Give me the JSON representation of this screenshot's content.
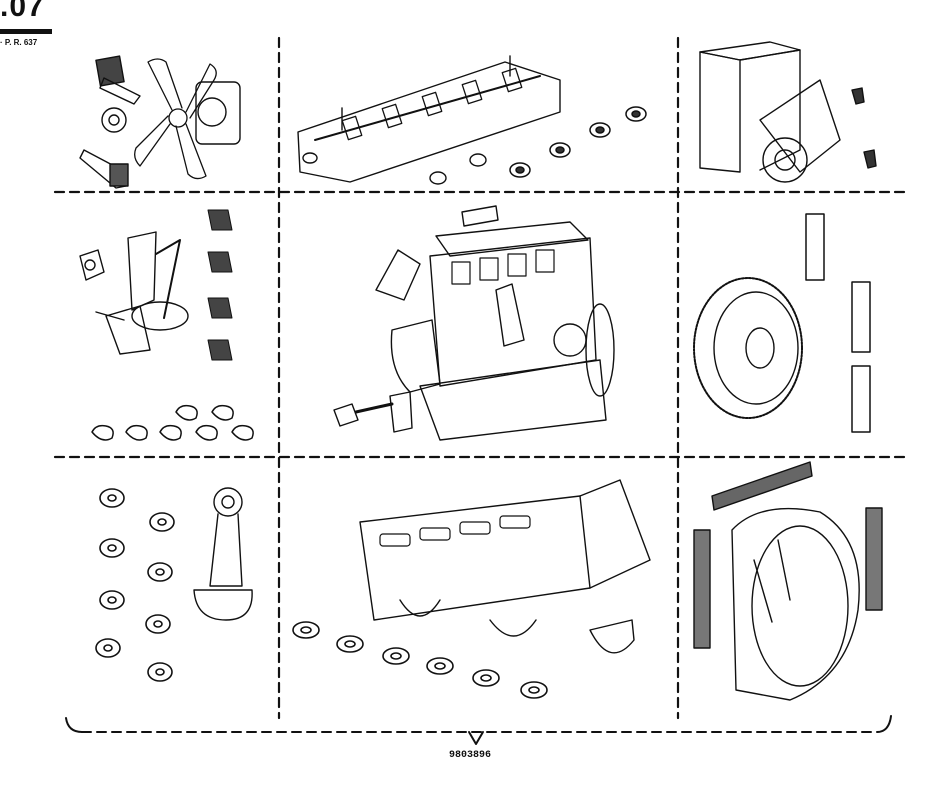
{
  "header": {
    "ref_number": ".07",
    "ref_sub": "· P. R. 637"
  },
  "footer": {
    "part_code": "9803896"
  },
  "colors": {
    "ink": "#111111",
    "paper": "#ffffff"
  },
  "panels": [
    {
      "row": 1,
      "col": 1,
      "content": "fan-and-brackets"
    },
    {
      "row": 1,
      "col": 2,
      "content": "cylinder-head-rocker-assembly"
    },
    {
      "row": 1,
      "col": 3,
      "content": "engine-block-rear-mount"
    },
    {
      "row": 2,
      "col": 1,
      "content": "oil-pump-assembly"
    },
    {
      "row": 2,
      "col": 2,
      "content": "complete-engine"
    },
    {
      "row": 2,
      "col": 3,
      "content": "flywheel-and-plates"
    },
    {
      "row": 3,
      "col": 1,
      "content": "connecting-rod-and-tabs"
    },
    {
      "row": 3,
      "col": 2,
      "content": "crankcase-and-bearings"
    },
    {
      "row": 3,
      "col": 3,
      "content": "bell-housing"
    }
  ]
}
